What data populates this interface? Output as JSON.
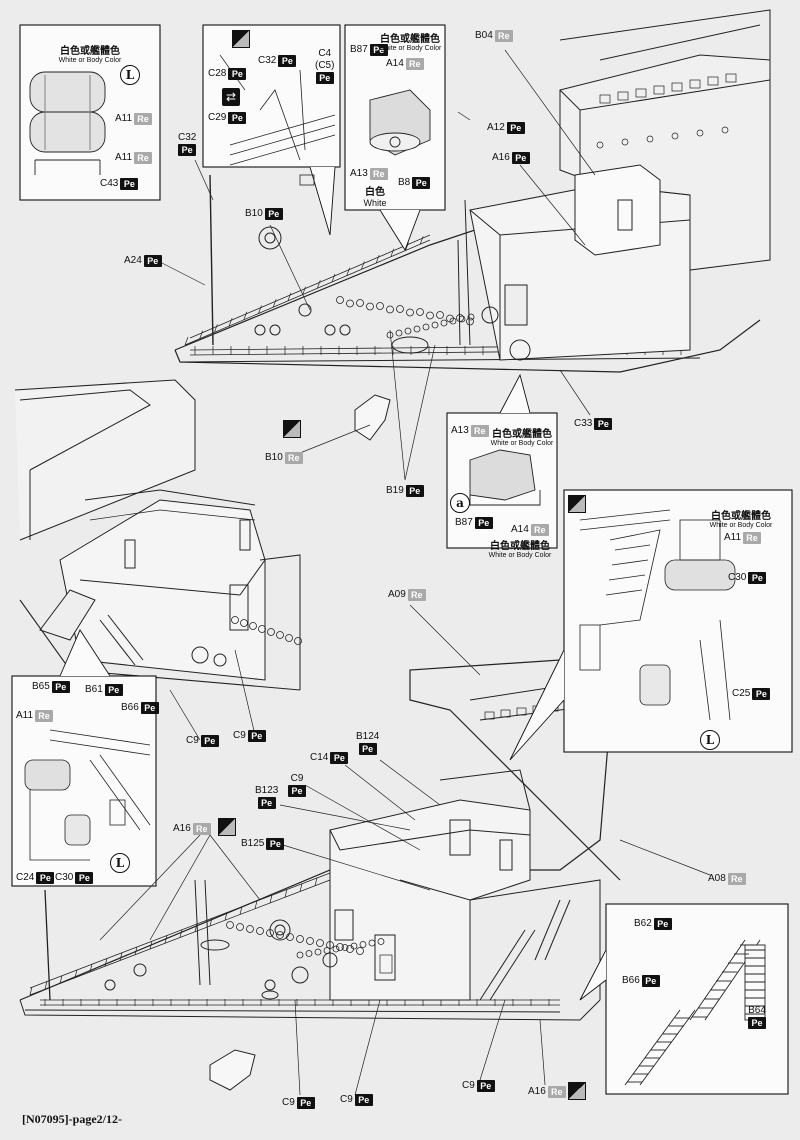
{
  "labels": [
    {
      "id": "b04",
      "code": "B04",
      "mat": "Re"
    },
    {
      "id": "a12",
      "code": "A12",
      "mat": "Pe"
    },
    {
      "id": "a16-top",
      "code": "A16",
      "mat": "Pe"
    },
    {
      "id": "c32-left",
      "code": "C32",
      "mat": "Pe",
      "stack": true
    },
    {
      "id": "a24",
      "code": "A24",
      "mat": "Pe"
    },
    {
      "id": "b10-top",
      "code": "B10",
      "mat": "Pe"
    },
    {
      "id": "b10-mid",
      "code": "B10",
      "mat": "Re"
    },
    {
      "id": "b19",
      "code": "B19",
      "mat": "Pe"
    },
    {
      "id": "c33",
      "code": "C33",
      "mat": "Pe"
    },
    {
      "id": "inset1-a11a",
      "code": "A11",
      "mat": "Re"
    },
    {
      "id": "inset1-a11b",
      "code": "A11",
      "mat": "Re"
    },
    {
      "id": "inset1-c43",
      "code": "C43",
      "mat": "Pe"
    },
    {
      "id": "inset2-c28",
      "code": "C28",
      "mat": "Pe"
    },
    {
      "id": "inset2-c29",
      "code": "C29",
      "mat": "Pe"
    },
    {
      "id": "inset2-c32",
      "code": "C32",
      "mat": "Pe"
    },
    {
      "id": "inset2-c4",
      "code": "C4\n(C5)",
      "mat": "Pe",
      "stack": true
    },
    {
      "id": "inset3-b87",
      "code": "B87",
      "mat": "Pe"
    },
    {
      "id": "inset3-a14",
      "code": "A14",
      "mat": "Re"
    },
    {
      "id": "inset3-a13",
      "code": "A13",
      "mat": "Re"
    },
    {
      "id": "inset3-b8",
      "code": "B8",
      "mat": "Pe"
    },
    {
      "id": "inset4-a13",
      "code": "A13",
      "mat": "Re"
    },
    {
      "id": "inset4-b87",
      "code": "B87",
      "mat": "Pe"
    },
    {
      "id": "inset4-a14",
      "code": "A14",
      "mat": "Re"
    },
    {
      "id": "inset5-a11",
      "code": "A11",
      "mat": "Re"
    },
    {
      "id": "inset5-c30",
      "code": "C30",
      "mat": "Pe"
    },
    {
      "id": "inset5-c25",
      "code": "C25",
      "mat": "Pe"
    },
    {
      "id": "a09",
      "code": "A09",
      "mat": "Re"
    },
    {
      "id": "inset6-b65",
      "code": "B65",
      "mat": "Pe"
    },
    {
      "id": "inset6-b61",
      "code": "B61",
      "mat": "Pe"
    },
    {
      "id": "inset6-a11",
      "code": "A11",
      "mat": "Re"
    },
    {
      "id": "inset6-b66",
      "code": "B66",
      "mat": "Pe"
    },
    {
      "id": "inset6-c24",
      "code": "C24",
      "mat": "Pe"
    },
    {
      "id": "inset6-c30",
      "code": "C30",
      "mat": "Pe"
    },
    {
      "id": "c9-a",
      "code": "C9",
      "mat": "Pe"
    },
    {
      "id": "c9-b",
      "code": "C9",
      "mat": "Pe"
    },
    {
      "id": "b124",
      "code": "B124",
      "mat": "Pe",
      "stack": true
    },
    {
      "id": "c14",
      "code": "C14",
      "mat": "Pe"
    },
    {
      "id": "c9-c",
      "code": "C9",
      "mat": "Pe",
      "stack": true
    },
    {
      "id": "b123",
      "code": "B123",
      "mat": "Pe",
      "stack": true
    },
    {
      "id": "b125",
      "code": "B125",
      "mat": "Pe"
    },
    {
      "id": "a16-mid",
      "code": "A16",
      "mat": "Re"
    },
    {
      "id": "a08",
      "code": "A08",
      "mat": "Re"
    },
    {
      "id": "inset7-b62",
      "code": "B62",
      "mat": "Pe"
    },
    {
      "id": "inset7-b66",
      "code": "B66",
      "mat": "Pe"
    },
    {
      "id": "inset7-b64",
      "code": "B64",
      "mat": "Pe",
      "stack": true
    },
    {
      "id": "c9-d",
      "code": "C9",
      "mat": "Pe"
    },
    {
      "id": "c9-e",
      "code": "C9",
      "mat": "Pe"
    },
    {
      "id": "c9-f",
      "code": "C9",
      "mat": "Pe"
    },
    {
      "id": "a16-bot",
      "code": "A16",
      "mat": "Re"
    }
  ],
  "notes": {
    "white_or_body_zh": "白色或艦體色",
    "white_or_body_en": "White or Body Color",
    "white_zh": "白色",
    "white_en": "White"
  },
  "tags": {
    "L": "L",
    "a": "a"
  },
  "footer": "[N07095]-page2/12-"
}
